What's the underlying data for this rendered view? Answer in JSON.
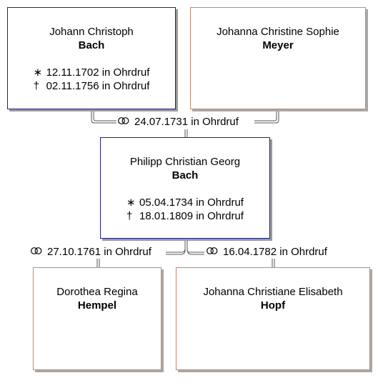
{
  "parents": {
    "father": {
      "given": "Johann Christoph",
      "surname": "Bach",
      "birth_symbol": "∗",
      "birth": "12.11.1702 in Ohrdruf",
      "death_symbol": "†",
      "death": "02.11.1756 in Ohrdruf"
    },
    "mother": {
      "given": "Johanna Christine Sophie",
      "surname": "Meyer"
    },
    "marriage_symbol": "ⓞⓞ",
    "marriage": "24.07.1731 in Ohrdruf"
  },
  "person": {
    "given": "Philipp Christian Georg",
    "surname": "Bach",
    "birth_symbol": "∗",
    "birth": "05.04.1734 in Ohrdruf",
    "death_symbol": "†",
    "death": "18.01.1809 in Ohrdruf"
  },
  "spouses": [
    {
      "given": "Dorothea Regina",
      "surname": "Hempel",
      "marriage_symbol": "ⓞⓞ",
      "marriage": "27.10.1761 in Ohrdruf"
    },
    {
      "given": "Johanna Christiane Elisabeth",
      "surname": "Hopf",
      "marriage_symbol": "ⓞⓞ",
      "marriage": "16.04.1782 in Ohrdruf"
    }
  ],
  "colors": {
    "male_border": "#1f1f8f",
    "female_border": "#c8876a",
    "line": "#555555"
  }
}
